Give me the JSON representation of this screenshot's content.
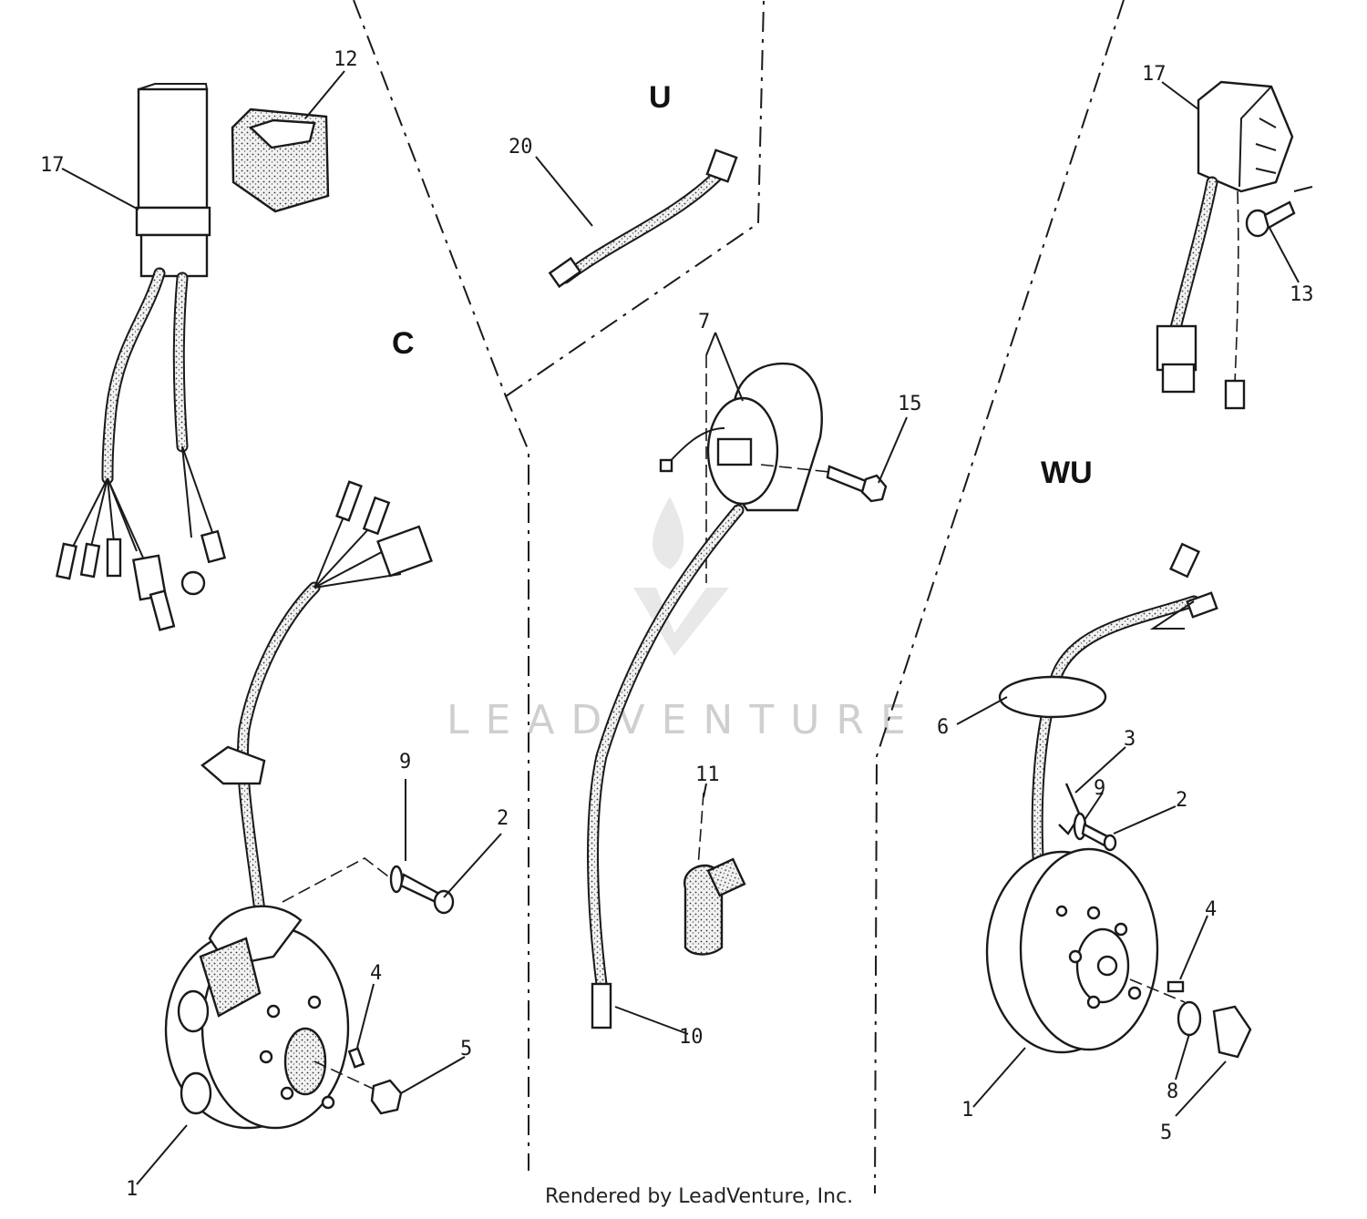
{
  "regions": {
    "c": "C",
    "u": "U",
    "wu": "WU"
  },
  "callouts": {
    "c_17": "17",
    "c_12": "12",
    "c_9": "9",
    "c_2": "2",
    "c_4": "4",
    "c_5": "5",
    "c_1": "1",
    "u_20": "20",
    "mid_7": "7",
    "mid_15": "15",
    "mid_11": "11",
    "mid_10": "10",
    "wu_17": "17",
    "wu_13": "13",
    "wu_6": "6",
    "wu_3": "3",
    "wu_9": "9",
    "wu_2": "2",
    "wu_4": "4",
    "wu_8": "8",
    "wu_5": "5",
    "wu_1": "1"
  },
  "watermark": "LEADVENTURE",
  "footer": "Rendered by LeadVenture, Inc."
}
